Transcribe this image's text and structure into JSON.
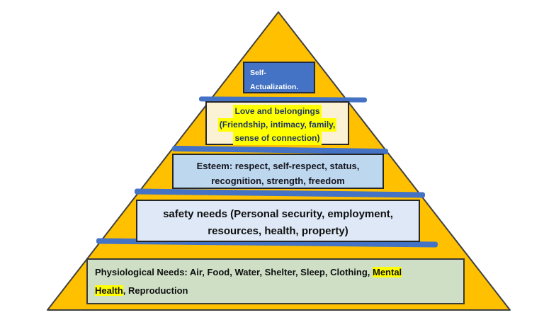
{
  "colors": {
    "pyramid": "#FFC000",
    "pyramid_border": "#404040",
    "bar": "#4472C4",
    "self_box": "#4472C4",
    "love_box": "#FBF2D5",
    "esteem_box": "#BDD7EE",
    "safety_box": "#DEE8F6",
    "physio_box": "#CEDFC6",
    "highlight": "#FFFF00"
  },
  "levels": [
    {
      "name": "self-actualization",
      "lines": [
        "Self-",
        "Actualization."
      ]
    },
    {
      "name": "love-and-belongings",
      "lines": [
        "Love and belongings",
        "(Friendship, intimacy, family,",
        "sense of connection)"
      ]
    },
    {
      "name": "esteem",
      "lines": [
        "Esteem: respect, self-respect, status,",
        "recognition, strength, freedom"
      ]
    },
    {
      "name": "safety-needs",
      "lines": [
        "safety needs (Personal security, employment,",
        "resources, health, property)"
      ]
    },
    {
      "name": "physiological-needs",
      "segments": [
        {
          "text": "Physiological Needs: Air, Food, Water, Shelter, Sleep, Clothing, ",
          "highlight": false
        },
        {
          "text": "Mental",
          "highlight": true
        },
        {
          "text": "\n",
          "highlight": false
        },
        {
          "text": "Health",
          "highlight": true
        },
        {
          "text": ", Reproduction",
          "highlight": false
        }
      ]
    }
  ]
}
